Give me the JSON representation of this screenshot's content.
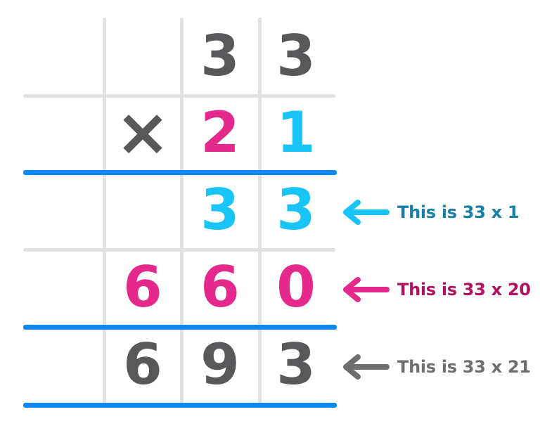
{
  "colors": {
    "digit_gray": "#58585a",
    "grid_line_gray": "#e2e2e2",
    "answer_line_blue": "#0d87f5",
    "cyan_digit": "#18c5f6",
    "teal_label": "#187fa6",
    "pink_digit": "#e5298c",
    "dark_pink_label": "#b1115f",
    "gray_label": "#6e6e6e"
  },
  "problem": {
    "operator": "×",
    "rows": [
      {
        "name": "top-factor",
        "digits": {
          "c2": "3",
          "c3": "3"
        }
      },
      {
        "name": "bottom-factor",
        "digits": {
          "c2": "2",
          "c3": "1"
        }
      },
      {
        "name": "partial-product-1",
        "digits": {
          "c2": "3",
          "c3": "3"
        }
      },
      {
        "name": "partial-product-2",
        "digits": {
          "c1": "6",
          "c2": "6",
          "c3": "0"
        }
      },
      {
        "name": "final-product",
        "digits": {
          "c1": "6",
          "c2": "9",
          "c3": "3"
        }
      }
    ]
  },
  "annotations": [
    {
      "label": "This is 33 x 1"
    },
    {
      "label": "This is 33 x 20"
    },
    {
      "label": "This is 33 x 21"
    }
  ]
}
